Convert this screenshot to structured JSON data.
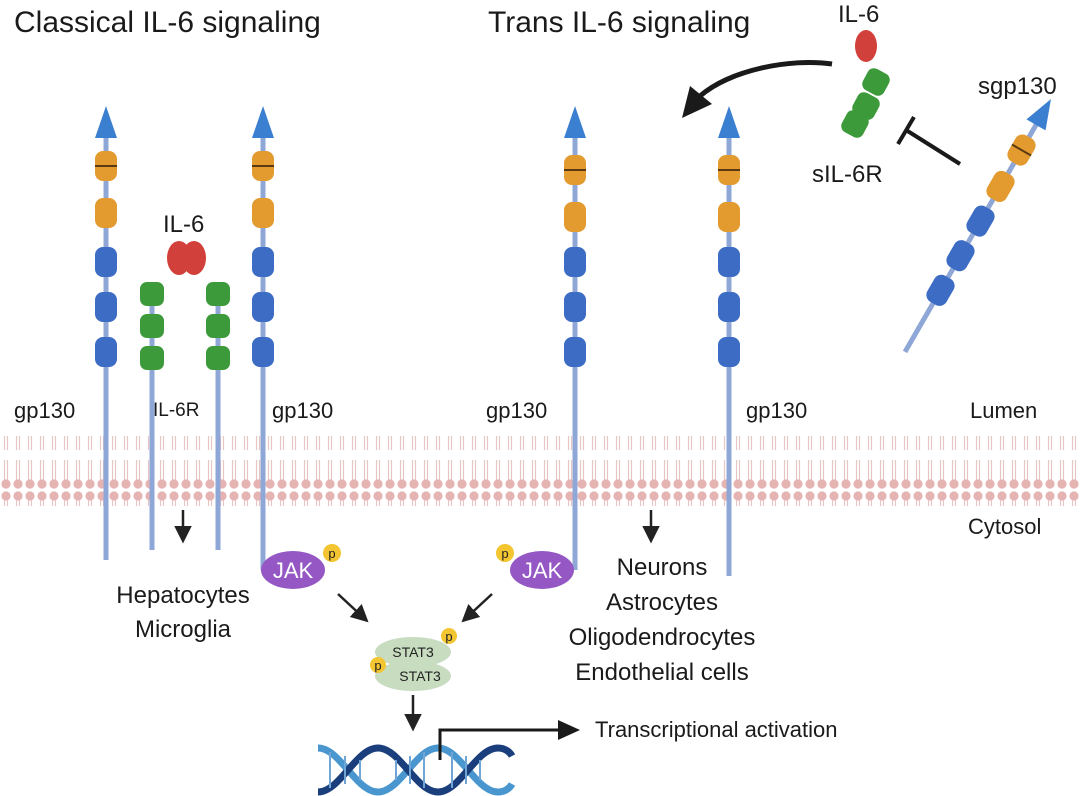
{
  "titles": {
    "classical": "Classical IL-6 signaling",
    "trans": "Trans IL-6 signaling"
  },
  "labels": {
    "il6_classical": "IL-6",
    "il6_trans": "IL-6",
    "sgp130": "sgp130",
    "sil6r": "sIL-6R",
    "il6r": "IL-6R",
    "gp130_1": "gp130",
    "gp130_2": "gp130",
    "gp130_3": "gp130",
    "gp130_4": "gp130",
    "lumen": "Lumen",
    "cytosol": "Cytosol",
    "jak_left": "JAK",
    "jak_right": "JAK",
    "p": "p",
    "stat3_top": "STAT3",
    "stat3_bottom": "STAT3",
    "transcription": "Transcriptional activation"
  },
  "cell_types": {
    "classical": [
      "Hepatocytes",
      "Microglia"
    ],
    "trans": [
      "Neurons",
      "Astrocytes",
      "Oligodendrocytes",
      "Endothelial cells"
    ]
  },
  "colors": {
    "gp130_arrow": "#3b7fd0",
    "orange_domain": "#e39a2f",
    "blue_domain": "#3c6cc4",
    "green_domain": "#3d9a3a",
    "il6": "#d1403a",
    "jak": "#9457c4",
    "phospho": "#f2c531",
    "stat3": "#c8dcc0",
    "membrane": "#e8b8b8",
    "stalk": "#8fa7d6",
    "dna_dark": "#1b3f7c",
    "dna_light": "#4a97cf"
  },
  "icons": {
    "dna": "dna-helix-icon",
    "membrane": "lipid-bilayer"
  }
}
